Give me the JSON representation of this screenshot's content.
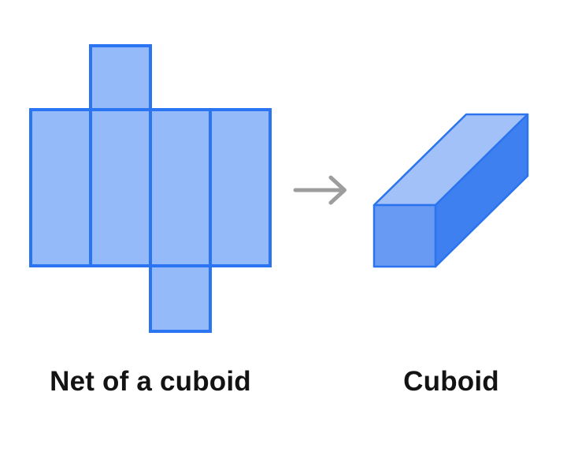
{
  "labels": {
    "net": "Net of a cuboid",
    "solid": "Cuboid"
  },
  "icons": {
    "arrow": "right-arrow"
  },
  "colors": {
    "background": "#FFFFFF",
    "net_fill": "#95BAF9",
    "net_stroke": "#2B74F2",
    "cuboid_front_fill": "#689AF4",
    "cuboid_top_fill": "#A2C1F8",
    "cuboid_side_fill": "#3F80F1",
    "cuboid_stroke": "#2B74EE",
    "arrow": "#9D9D9D",
    "text": "#131313"
  }
}
